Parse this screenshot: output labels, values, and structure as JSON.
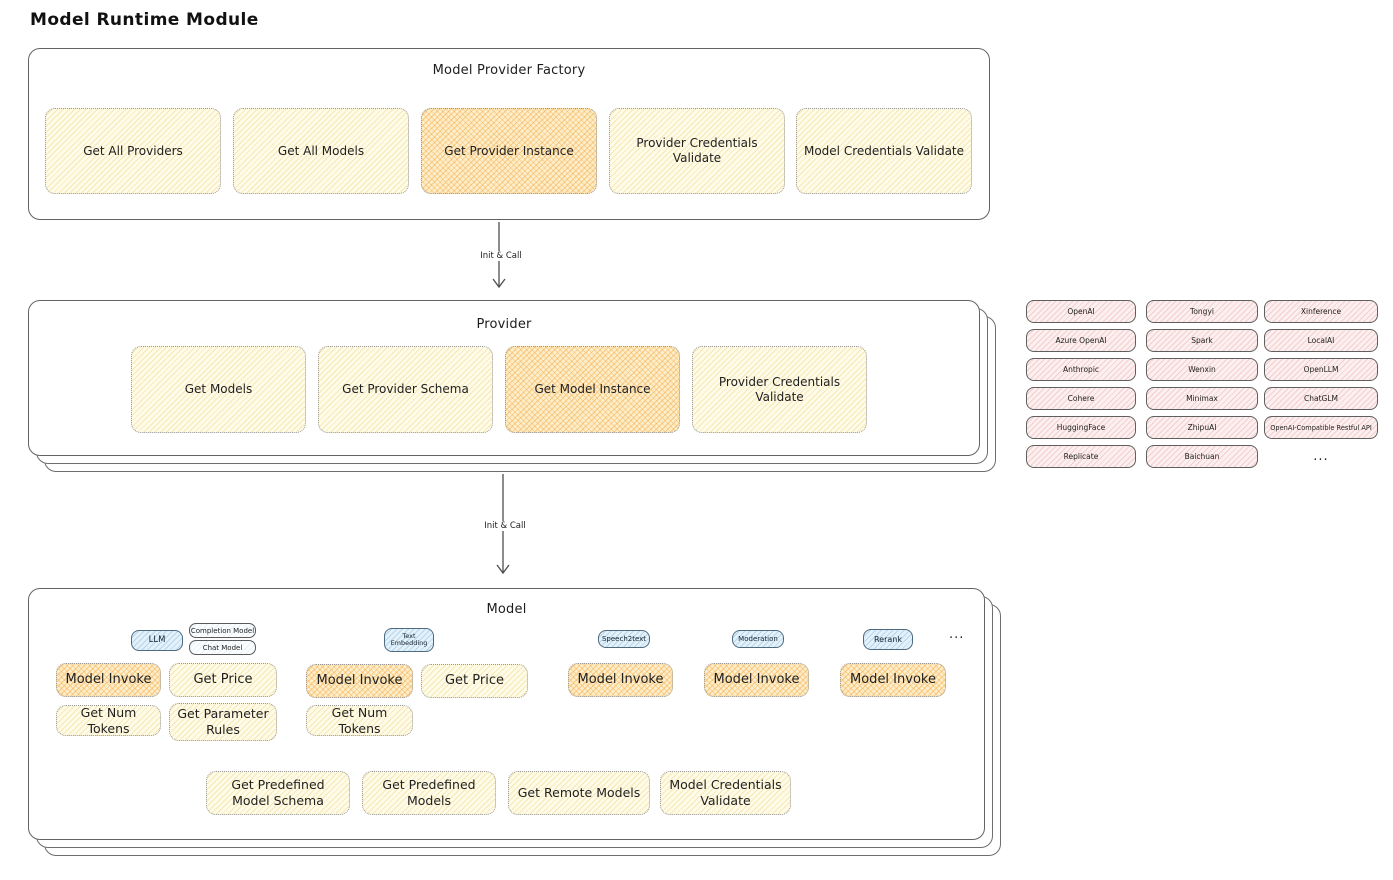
{
  "page_title": "Model Runtime Module",
  "arrow_labels": {
    "factory_to_provider": "Init & Call",
    "provider_to_model": "Init & Call"
  },
  "factory": {
    "title": "Model Provider Factory",
    "buttons": [
      "Get All Providers",
      "Get All Models",
      "Get Provider Instance",
      "Provider Credentials Validate",
      "Model Credentials Validate"
    ]
  },
  "provider": {
    "title": "Provider",
    "buttons": [
      "Get Models",
      "Get Provider Schema",
      "Get Model Instance",
      "Provider Credentials Validate"
    ]
  },
  "providers_panel": {
    "col1": [
      "OpenAI",
      "Azure OpenAI",
      "Anthropic",
      "Cohere",
      "HuggingFace",
      "Replicate"
    ],
    "col2": [
      "Tongyi",
      "Spark",
      "Wenxin",
      "Minimax",
      "ZhipuAI",
      "Baichuan"
    ],
    "col3": [
      "Xinference",
      "LocalAI",
      "OpenLLM",
      "ChatGLM",
      "OpenAI-Compatible Restful API"
    ],
    "more": "..."
  },
  "model": {
    "title": "Model",
    "groups": [
      {
        "tag": "LLM",
        "subtags": [
          "Completion Model",
          "Chat Model"
        ],
        "buttons": [
          "Model Invoke",
          "Get Price",
          "Get Num Tokens",
          "Get Parameter Rules"
        ]
      },
      {
        "tag": "Text Embedding",
        "buttons": [
          "Model Invoke",
          "Get Price",
          "Get Num Tokens"
        ]
      },
      {
        "tag": "Speech2text",
        "buttons": [
          "Model Invoke"
        ]
      },
      {
        "tag": "Moderation",
        "buttons": [
          "Model Invoke"
        ]
      },
      {
        "tag": "Rerank",
        "buttons": [
          "Model Invoke"
        ]
      }
    ],
    "more": "...",
    "bottom_buttons": [
      "Get Predefined Model Schema",
      "Get Predefined Models",
      "Get Remote Models",
      "Model Credentials Validate"
    ]
  },
  "colors": {
    "node_yellow_fill": "#fffbe9",
    "node_orange_hatch": "#f3a438",
    "provider_chip_pink": "#fcefef",
    "tag_blue": "#e3f1fb",
    "frame_border": "#636363"
  }
}
